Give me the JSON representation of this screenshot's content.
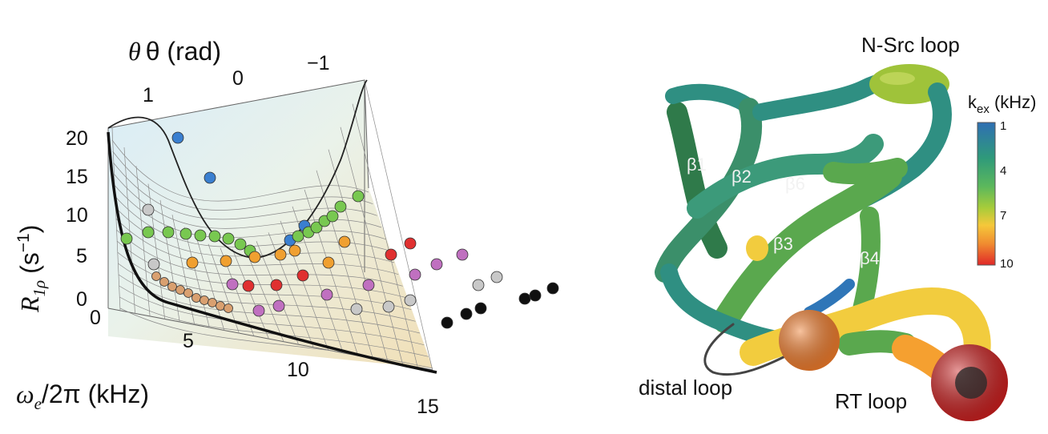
{
  "left_panel": {
    "theta_axis": {
      "label": "θ (rad)",
      "ticks": [
        "1",
        "0",
        "−1"
      ]
    },
    "r1rho_axis": {
      "label_main": "R",
      "label_sub": "1ρ",
      "label_unit": "(s",
      "label_exp": "−1",
      "label_close": ")",
      "ticks": [
        "20",
        "15",
        "10",
        "5",
        "0"
      ]
    },
    "omega_axis": {
      "label_main": "ω",
      "label_sub": "e",
      "label_rest": "/2π (kHz)",
      "ticks": [
        "0",
        "5",
        "10",
        "15"
      ]
    },
    "point_colors": {
      "blue": "#3a7fd0",
      "green": "#78c850",
      "orange": "#f0a030",
      "red": "#e03030",
      "magenta": "#c070c0",
      "gray": "#c8c8c8",
      "black": "#101010",
      "peach": "#d9a070"
    }
  },
  "right_panel": {
    "labels": {
      "n_src_loop": "N-Src loop",
      "distal_loop": "distal loop",
      "rt_loop": "RT loop",
      "beta1": "β1",
      "beta2": "β2",
      "beta3": "β3",
      "beta4": "β4",
      "beta6": "β6"
    },
    "colorbar": {
      "title_main": "k",
      "title_sub": "ex",
      "title_unit": " (kHz)",
      "ticks": [
        "1",
        "4",
        "7",
        "10"
      ],
      "colors": [
        "#2f6fb3",
        "#2f9a7a",
        "#5cb85c",
        "#a8cc3a",
        "#f5c83a",
        "#f08c30",
        "#e02828"
      ]
    },
    "ribbon_colors": {
      "teal": "#2f8f82",
      "green": "#5aa84e",
      "yellow": "#f2cc3e",
      "orange": "#ee7a2a",
      "red": "#c81e1e",
      "blue": "#2f76b8"
    }
  }
}
